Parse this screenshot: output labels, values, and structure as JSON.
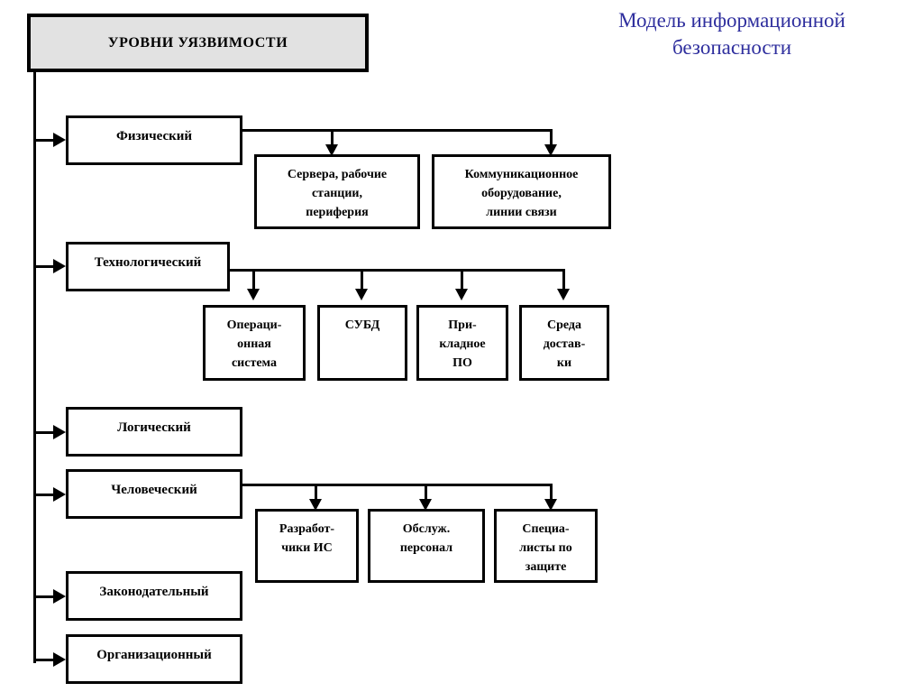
{
  "title": {
    "text": "Модель информационной\nбезопасности",
    "color": "#2f2f9e"
  },
  "header": {
    "label": "УРОВНИ УЯЗВИМОСТИ",
    "fill": "#e2e2e2"
  },
  "levels": [
    {
      "label": "Физический"
    },
    {
      "label": "Технологический"
    },
    {
      "label": "Логический"
    },
    {
      "label": "Человеческий"
    },
    {
      "label": "Законодательный"
    },
    {
      "label": "Организационный"
    }
  ],
  "physical_items": [
    {
      "label": "Сервера, рабочие\nстанции,\nпериферия"
    },
    {
      "label": "Коммуникационное\nоборудование,\nлинии связи"
    }
  ],
  "technological_items": [
    {
      "label": "Операци-\nонная\nсистема"
    },
    {
      "label": "СУБД"
    },
    {
      "label": "При-\nкладное\nПО"
    },
    {
      "label": "Среда\nдостав-\nки"
    }
  ],
  "human_items": [
    {
      "label": "Разработ-\nчики ИС"
    },
    {
      "label": "Обслуж.\nперсонал"
    },
    {
      "label": "Специа-\nлисты по\nзащите"
    }
  ]
}
